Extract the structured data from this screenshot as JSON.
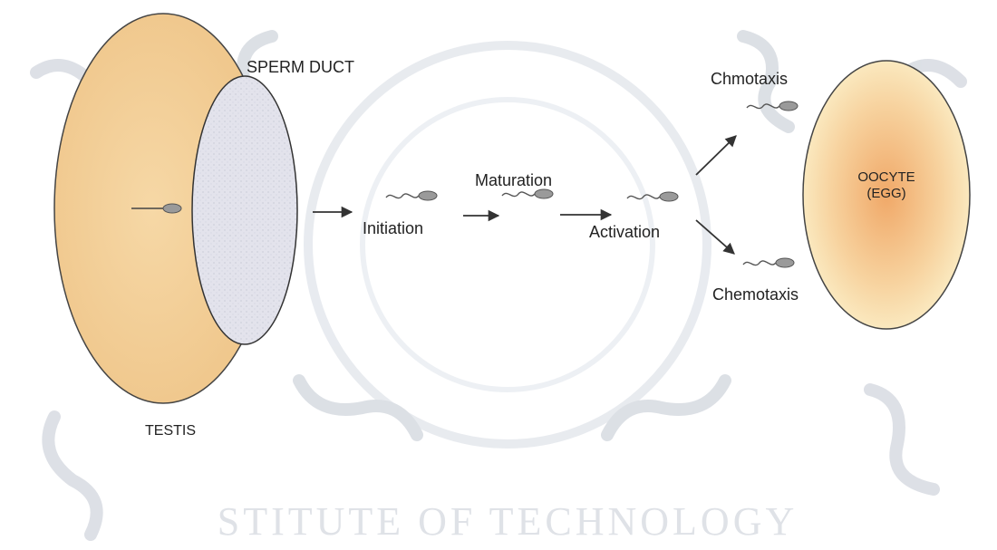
{
  "labels": {
    "sperm_duct": "SPERM DUCT",
    "testis": "TESTIS",
    "initiation": "Initiation",
    "maturation": "Maturation",
    "activation": "Activation",
    "chmotaxis_top": "Chmotaxis",
    "chemotaxis_bottom": "Chemotaxis",
    "oocyte_line1": "OOCYTE",
    "oocyte_line2": "(EGG)"
  },
  "watermark": {
    "text": "STITUTE OF TECHNOLOGY"
  },
  "colors": {
    "testis_fill": "#f3cf95",
    "duct_fill": "#e4e4ee",
    "egg_center": "#f0a868",
    "egg_edge": "#fbefc8",
    "sperm_head": "#8f8f8f",
    "arrow": "#333333",
    "watermark": "#d9dde3"
  },
  "icons": [
    "sperm-icon",
    "arrow-icon"
  ]
}
